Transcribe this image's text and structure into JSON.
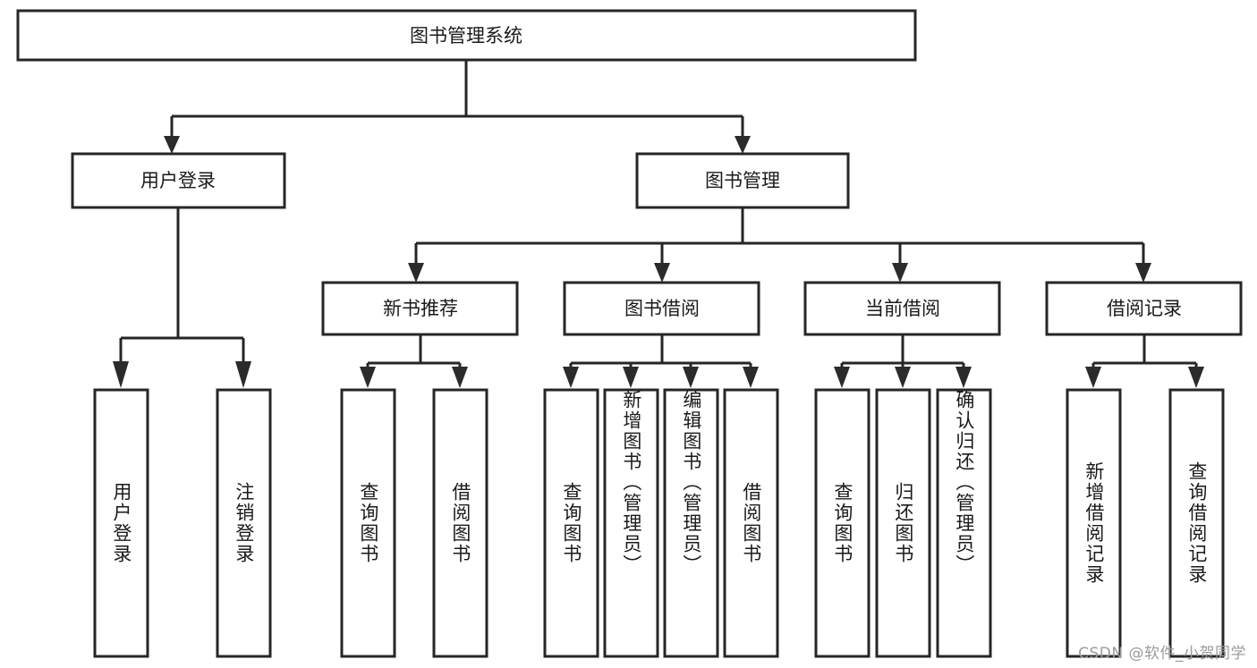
{
  "diagram": {
    "type": "hierarchy-tree",
    "title": "图书管理系统",
    "watermark": "CSDN @软件_小贺同学",
    "colors": {
      "box_stroke": "#262626",
      "box_fill": "#ffffff",
      "text": "#1a1a1a",
      "arrow": "#2b2b2b",
      "watermark": "#9b9b9b",
      "background": "#ffffff"
    },
    "root": {
      "id": "root",
      "label": "图书管理系统",
      "orientation": "horizontal"
    },
    "level2": [
      {
        "id": "user-login",
        "label": "用户登录",
        "orientation": "horizontal"
      },
      {
        "id": "book-management",
        "label": "图书管理",
        "orientation": "horizontal"
      }
    ],
    "level3": [
      {
        "id": "new-book-recommend",
        "label": "新书推荐",
        "orientation": "horizontal",
        "parent": "book-management"
      },
      {
        "id": "book-borrow",
        "label": "图书借阅",
        "orientation": "horizontal",
        "parent": "book-management"
      },
      {
        "id": "current-borrow",
        "label": "当前借阅",
        "orientation": "horizontal",
        "parent": "book-management"
      },
      {
        "id": "borrow-record",
        "label": "借阅记录",
        "orientation": "horizontal",
        "parent": "book-management"
      }
    ],
    "leaves": [
      {
        "id": "leaf-user-login",
        "label": "用户登录",
        "parent": "user-login",
        "orientation": "vertical"
      },
      {
        "id": "leaf-logout-login",
        "label": "注销登录",
        "parent": "user-login",
        "orientation": "vertical"
      },
      {
        "id": "leaf-query-book-1",
        "label": "查询图书",
        "parent": "new-book-recommend",
        "orientation": "vertical"
      },
      {
        "id": "leaf-borrow-book-1",
        "label": "借阅图书",
        "parent": "new-book-recommend",
        "orientation": "vertical"
      },
      {
        "id": "leaf-query-book-2",
        "label": "查询图书",
        "parent": "book-borrow",
        "orientation": "vertical"
      },
      {
        "id": "leaf-add-book",
        "label": "新增图书（管理员）",
        "parent": "book-borrow",
        "orientation": "vertical"
      },
      {
        "id": "leaf-edit-book",
        "label": "编辑图书（管理员）",
        "parent": "book-borrow",
        "orientation": "vertical"
      },
      {
        "id": "leaf-borrow-book-2",
        "label": "借阅图书",
        "parent": "book-borrow",
        "orientation": "vertical"
      },
      {
        "id": "leaf-query-book-3",
        "label": "查询图书",
        "parent": "current-borrow",
        "orientation": "vertical"
      },
      {
        "id": "leaf-return-book",
        "label": "归还图书",
        "parent": "current-borrow",
        "orientation": "vertical"
      },
      {
        "id": "leaf-confirm-return",
        "label": "确认归还（管理员）",
        "parent": "current-borrow",
        "orientation": "vertical"
      },
      {
        "id": "leaf-add-record",
        "label": "新增借阅记录",
        "parent": "borrow-record",
        "orientation": "vertical"
      },
      {
        "id": "leaf-query-record",
        "label": "查询借阅记录",
        "parent": "borrow-record",
        "orientation": "vertical"
      }
    ]
  }
}
